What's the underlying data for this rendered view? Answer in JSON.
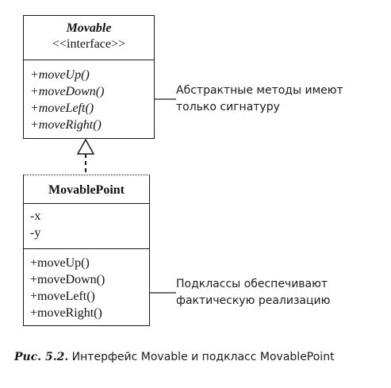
{
  "interface_class": {
    "name": "Movable",
    "stereotype": "<<interface>>",
    "methods": [
      "+moveUp()",
      "+moveDown()",
      "+moveLeft()",
      "+moveRight()"
    ]
  },
  "concrete_class": {
    "name": "MovablePoint",
    "attributes": [
      "-x",
      "-y"
    ],
    "methods": [
      "+moveUp()",
      "+moveDown()",
      "+moveLeft()",
      "+moveRight()"
    ]
  },
  "notes": {
    "abstract_methods": [
      "Абстрактные методы имеют",
      "только сигнатуру"
    ],
    "subclasses": [
      "Подклассы обеспечивают",
      "фактическую реализацию"
    ]
  },
  "caption": {
    "label": "Рис. 5.2.",
    "text": " Интерфейс Movable и подкласс MovablePoint"
  }
}
